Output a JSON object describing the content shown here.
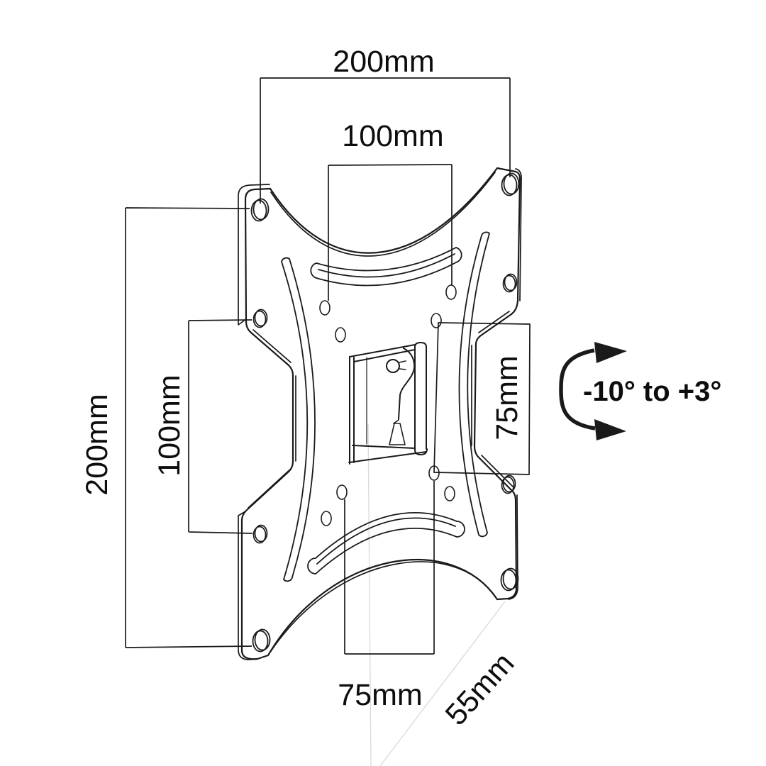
{
  "diagram": {
    "background": "#ffffff",
    "stroke_color": "#1a1a1a",
    "faint_stroke_color": "#d9d9d9",
    "text_color": "#0d0d0d"
  },
  "dimension_labels": {
    "top_outer": "200mm",
    "top_inner": "100mm",
    "left_outer": "200mm",
    "left_inner": "100mm",
    "right": "75mm",
    "bottom": "75mm",
    "diagonal": "55mm"
  },
  "tilt_annotation": {
    "range_label": "-10° to +3°"
  }
}
